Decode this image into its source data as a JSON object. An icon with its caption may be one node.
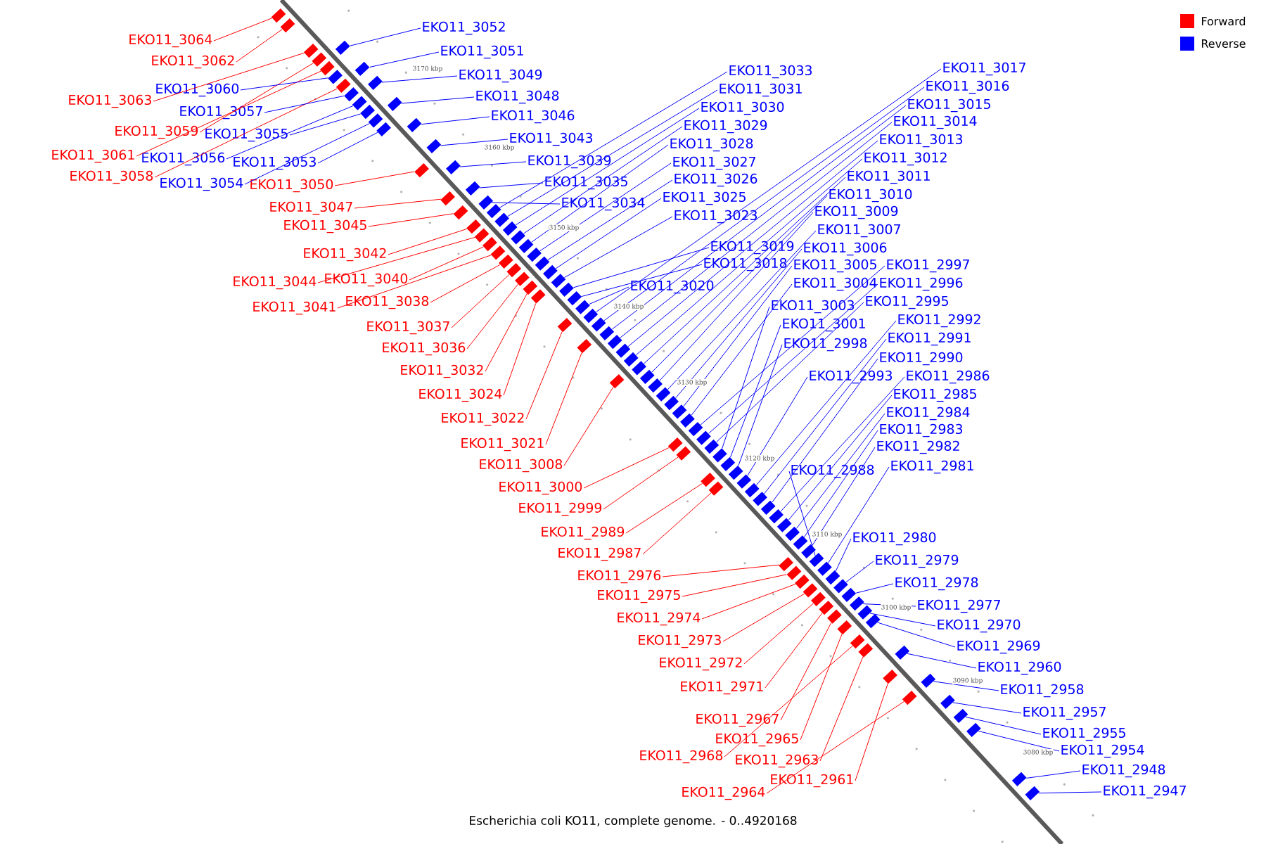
{
  "diagram": {
    "caption": "Escherichia coli KO11, complete genome. - 0..4920168",
    "nodes": [
      {
        "text": [
          "EKO11_3064"
        ]
      },
      {
        "text": [
          "EKO11_3062"
        ]
      },
      {
        "text": [
          "EKO11_3063"
        ]
      },
      {
        "text": [
          "EKO11_3059"
        ]
      },
      {
        "text": [
          "EKO11_3061"
        ]
      },
      {
        "text": [
          "EKO11_3058"
        ]
      },
      {
        "text": [
          "EKO11_3050"
        ]
      },
      {
        "text": [
          "EKO11_3047"
        ]
      },
      {
        "text": [
          "EKO11_3045"
        ]
      },
      {
        "text": [
          "EKO11_3042"
        ]
      },
      {
        "text": [
          "EKO11_3044"
        ]
      },
      {
        "text": [
          "EKO11_3040"
        ]
      },
      {
        "text": [
          "EKO11_3041"
        ]
      },
      {
        "text": [
          "EKO11_3038"
        ]
      },
      {
        "text": [
          "EKO11_3037"
        ]
      },
      {
        "text": [
          "EKO11_3036"
        ]
      },
      {
        "text": [
          "EKO11_3032"
        ]
      },
      {
        "text": [
          "EKO11_3024"
        ]
      },
      {
        "text": [
          "EKO11_3022"
        ]
      },
      {
        "text": [
          "EKO11_3021"
        ]
      },
      {
        "text": [
          "EKO11_3008"
        ]
      },
      {
        "text": [
          "EKO11_3000"
        ]
      },
      {
        "text": [
          "EKO11_2999"
        ]
      },
      {
        "text": [
          "EKO11_2989"
        ]
      },
      {
        "text": [
          "EKO11_2987"
        ]
      },
      {
        "text": [
          "EKO11_2976"
        ]
      },
      {
        "text": [
          "EKO11_2975"
        ]
      },
      {
        "text": [
          "EKO11_2974"
        ]
      },
      {
        "text": [
          "EKO11_2973"
        ]
      },
      {
        "text": [
          "EKO11_2972"
        ]
      },
      {
        "text": [
          "EKO11_2971"
        ]
      },
      {
        "text": [
          "EKO11_2967"
        ]
      },
      {
        "text": [
          "EKO11_2965"
        ]
      },
      {
        "text": [
          "EKO11_2968"
        ]
      },
      {
        "text": [
          "EKO11_2963"
        ]
      },
      {
        "text": [
          "EKO11_2961"
        ]
      },
      {
        "text": [
          "EKO11_2964"
        ]
      },
      {
        "text": [
          "EKO11_3060"
        ]
      },
      {
        "text": [
          "EKO11_3057"
        ]
      },
      {
        "text": [
          "EKO11_3055"
        ]
      },
      {
        "text": [
          "EKO11_3056"
        ]
      },
      {
        "text": [
          "EKO11_3053"
        ]
      },
      {
        "text": [
          "EKO11_3054"
        ]
      },
      {
        "text": [
          "EKO11_3052"
        ]
      },
      {
        "text": [
          "EKO11_3051"
        ]
      },
      {
        "text": [
          "EKO11_3049"
        ]
      },
      {
        "text": [
          "EKO11_3048"
        ]
      },
      {
        "text": [
          "EKO11_3046"
        ]
      },
      {
        "text": [
          "EKO11_3043"
        ]
      },
      {
        "text": [
          "EKO11_3039"
        ]
      },
      {
        "text": [
          "EKO11_3035"
        ]
      },
      {
        "text": [
          "EKO11_3034"
        ]
      },
      {
        "text": [
          "EKO11_3033"
        ]
      },
      {
        "text": [
          "EKO11_3031"
        ]
      },
      {
        "text": [
          "EKO11_3030"
        ]
      },
      {
        "text": [
          "EKO11_3029"
        ]
      },
      {
        "text": [
          "EKO11_3028"
        ]
      },
      {
        "text": [
          "EKO11_3027"
        ]
      },
      {
        "text": [
          "EKO11_3026"
        ]
      },
      {
        "text": [
          "EKO11_3025"
        ]
      },
      {
        "text": [
          "EKO11_3023"
        ]
      },
      {
        "text": [
          "EKO11_3019"
        ]
      },
      {
        "text": [
          "EKO11_3018"
        ]
      },
      {
        "text": [
          "EKO11_3020"
        ]
      },
      {
        "text": [
          "EKO11_3017"
        ]
      },
      {
        "text": [
          "EKO11_3016"
        ]
      },
      {
        "text": [
          "EKO11_3015"
        ]
      },
      {
        "text": [
          "EKO11_3014"
        ]
      },
      {
        "text": [
          "EKO11_3013"
        ]
      },
      {
        "text": [
          "EKO11_3012"
        ]
      },
      {
        "text": [
          "EKO11_3011"
        ]
      },
      {
        "text": [
          "EKO11_3010"
        ]
      },
      {
        "text": [
          "EKO11_3009"
        ]
      },
      {
        "text": [
          "EKO11_3007"
        ]
      },
      {
        "text": [
          "EKO11_3006"
        ]
      },
      {
        "text": [
          "EKO11_3005"
        ]
      },
      {
        "text": [
          "EKO11_3004"
        ]
      },
      {
        "text": [
          "EKO11_3003"
        ]
      },
      {
        "text": [
          "EKO11_3001"
        ]
      },
      {
        "text": [
          "EKO11_2998"
        ]
      },
      {
        "text": [
          "EKO11_2993"
        ]
      },
      {
        "text": [
          "EKO11_2997"
        ]
      },
      {
        "text": [
          "EKO11_2996"
        ]
      },
      {
        "text": [
          "EKO11_2995"
        ]
      },
      {
        "text": [
          "EKO11_2992"
        ]
      },
      {
        "text": [
          "EKO11_2991"
        ]
      },
      {
        "text": [
          "EKO11_2990"
        ]
      },
      {
        "text": [
          "EKO11_2986"
        ]
      },
      {
        "text": [
          "EKO11_2985"
        ]
      },
      {
        "text": [
          "EKO11_2984"
        ]
      },
      {
        "text": [
          "EKO11_2983"
        ]
      },
      {
        "text": [
          "EKO11_2982"
        ]
      },
      {
        "text": [
          "EKO11_2988"
        ]
      },
      {
        "text": [
          "EKO11_2981"
        ]
      },
      {
        "text": [
          "EKO11_2980"
        ]
      },
      {
        "text": [
          "EKO11_2979"
        ]
      },
      {
        "text": [
          "EKO11_2978"
        ]
      },
      {
        "text": [
          "EKO11_2977"
        ]
      },
      {
        "text": [
          "EKO11_2970"
        ]
      },
      {
        "text": [
          "EKO11_2969"
        ]
      },
      {
        "text": [
          "EKO11_2960"
        ]
      },
      {
        "text": [
          "EKO11_2958"
        ]
      },
      {
        "text": [
          "EKO11_2957"
        ]
      },
      {
        "text": [
          "EKO11_2955"
        ]
      },
      {
        "text": [
          "EKO11_2954"
        ]
      },
      {
        "text": [
          "EKO11_2948"
        ]
      },
      {
        "text": [
          "EKO11_2947"
        ]
      },
      {
        "text": [],
        "shape": "box"
      },
      {
        "text": [],
        "shape": "box"
      },
      {
        "text": [],
        "shape": "box"
      },
      {
        "text": [],
        "shape": "box"
      },
      {
        "text": [],
        "shape": "box"
      },
      {
        "text": [],
        "shape": "box"
      },
      {
        "text": [],
        "shape": "box"
      },
      {
        "text": [],
        "shape": "box"
      },
      {
        "text": [],
        "shape": "box"
      },
      {
        "text": [],
        "shape": "box"
      },
      {
        "text": [],
        "shape": "box"
      },
      {
        "text": [],
        "shape": "box"
      },
      {
        "text": [],
        "shape": "box"
      },
      {
        "text": [],
        "shape": "box"
      },
      {
        "text": [],
        "shape": "box"
      },
      {
        "text": [],
        "shape": "box"
      },
      {
        "text": [],
        "shape": "box"
      },
      {
        "text": [],
        "shape": "box"
      },
      {
        "text": [],
        "shape": "box"
      },
      {
        "text": [],
        "shape": "box"
      },
      {
        "text": [],
        "shape": "box"
      },
      {
        "text": [],
        "shape": "box"
      },
      {
        "text": [],
        "shape": "box"
      },
      {
        "text": [],
        "shape": "box"
      },
      {
        "text": [],
        "shape": "box"
      },
      {
        "text": [],
        "shape": "box"
      },
      {
        "text": [],
        "shape": "box"
      },
      {
        "text": [],
        "shape": "box"
      },
      {
        "text": [],
        "shape": "box"
      },
      {
        "text": [],
        "shape": "box"
      },
      {
        "text": [],
        "shape": "box"
      },
      {
        "text": [],
        "shape": "box"
      },
      {
        "text": [],
        "shape": "box"
      },
      {
        "text": [],
        "shape": "box"
      },
      {
        "text": [],
        "shape": "box"
      },
      {
        "text": [],
        "shape": "box"
      },
      {
        "text": [],
        "shape": "box"
      },
      {
        "text": [],
        "shape": "box"
      },
      {
        "text": [],
        "shape": "box"
      },
      {
        "text": [],
        "shape": "box"
      },
      {
        "text": [],
        "shape": "box"
      },
      {
        "text": [],
        "shape": "box"
      },
      {
        "text": [],
        "shape": "box"
      },
      {
        "text": [],
        "shape": "box"
      },
      {
        "text": [],
        "shape": "box"
      },
      {
        "text": [],
        "shape": "box"
      },
      {
        "text": [],
        "shape": "box"
      },
      {
        "text": [],
        "shape": "box"
      },
      {
        "text": [],
        "shape": "box"
      },
      {
        "text": [],
        "shape": "box"
      },
      {
        "text": [],
        "shape": "box"
      },
      {
        "text": [],
        "shape": "box"
      },
      {
        "text": [],
        "shape": "box"
      },
      {
        "text": [],
        "shape": "box"
      },
      {
        "text": [],
        "shape": "box"
      },
      {
        "text": [],
        "shape": "box"
      },
      {
        "text": [],
        "shape": "box"
      },
      {
        "text": [],
        "shape": "box"
      },
      {
        "text": [],
        "shape": "box"
      },
      {
        "text": [],
        "shape": "box"
      },
      {
        "text": [],
        "shape": "box"
      },
      {
        "text": [],
        "shape": "box"
      },
      {
        "text": [],
        "shape": "box"
      },
      {
        "text": [],
        "shape": "box"
      },
      {
        "text": [],
        "shape": "box"
      },
      {
        "text": [],
        "shape": "box"
      },
      {
        "text": [],
        "shape": "box"
      },
      {
        "text": [],
        "shape": "box"
      },
      {
        "text": [],
        "shape": "box"
      },
      {
        "text": [],
        "shape": "box"
      },
      {
        "text": [],
        "shape": "box"
      },
      {
        "text": [],
        "shape": "box"
      },
      {
        "text": [],
        "shape": "box"
      },
      {
        "text": [],
        "shape": "box"
      },
      {
        "text": [],
        "shape": "box"
      },
      {
        "text": [],
        "shape": "box"
      },
      {
        "text": [],
        "shape": "box"
      },
      {
        "text": [],
        "shape": "box"
      },
      {
        "text": [],
        "shape": "box"
      },
      {
        "text": [],
        "shape": "box"
      },
      {
        "text": [],
        "shape": "box"
      },
      {
        "text": [],
        "shape": "box"
      },
      {
        "text": [],
        "shape": "box"
      },
      {
        "text": [],
        "shape": "box"
      },
      {
        "text": [],
        "shape": "box"
      },
      {
        "text": [],
        "shape": "box"
      },
      {
        "text": [],
        "shape": "box"
      },
      {
        "text": [],
        "shape": "box"
      },
      {
        "text": [],
        "shape": "box"
      },
      {
        "text": [],
        "shape": "box"
      },
      {
        "text": [],
        "shape": "box"
      },
      {
        "text": [],
        "shape": "box"
      },
      {
        "text": [],
        "shape": "box"
      },
      {
        "text": [],
        "shape": "box"
      },
      {
        "text": [],
        "shape": "box"
      },
      {
        "text": [],
        "shape": "box"
      },
      {
        "text": [],
        "shape": "box"
      },
      {
        "text": [],
        "shape": "box"
      },
      {
        "text": [],
        "shape": "box"
      },
      {
        "text": [],
        "shape": "box"
      },
      {
        "text": [],
        "shape": "box"
      },
      {
        "text": [],
        "shape": "box"
      },
      {
        "text": [],
        "shape": "box"
      },
      {
        "text": [],
        "shape": "box"
      },
      {
        "text": [],
        "shape": "box"
      },
      {
        "text": [],
        "shape": "box"
      },
      {
        "text": [],
        "shape": "box"
      }
    ],
    "edges": [
      {
        "from": 0,
        "to": 107,
        "arrow": "none",
        "color": "#ff0000"
      },
      {
        "from": 1,
        "to": 108,
        "arrow": "none",
        "color": "#ff0000"
      },
      {
        "from": 2,
        "to": 109,
        "arrow": "none",
        "color": "#ff0000"
      },
      {
        "from": 3,
        "to": 110,
        "arrow": "none",
        "color": "#ff0000"
      },
      {
        "from": 4,
        "to": 111,
        "arrow": "none",
        "color": "#ff0000"
      },
      {
        "from": 5,
        "to": 112,
        "arrow": "none",
        "color": "#ff0000"
      },
      {
        "from": 6,
        "to": 113,
        "arrow": "none",
        "color": "#ff0000"
      },
      {
        "from": 7,
        "to": 114,
        "arrow": "none",
        "color": "#ff0000"
      },
      {
        "from": 8,
        "to": 115,
        "arrow": "none",
        "color": "#ff0000"
      },
      {
        "from": 9,
        "to": 116,
        "arrow": "none",
        "color": "#ff0000"
      },
      {
        "from": 10,
        "to": 117,
        "arrow": "none",
        "color": "#ff0000"
      },
      {
        "from": 11,
        "to": 118,
        "arrow": "none",
        "color": "#ff0000"
      },
      {
        "from": 12,
        "to": 119,
        "arrow": "none",
        "color": "#ff0000"
      },
      {
        "from": 13,
        "to": 120,
        "arrow": "none",
        "color": "#ff0000"
      },
      {
        "from": 14,
        "to": 121,
        "arrow": "none",
        "color": "#ff0000"
      },
      {
        "from": 15,
        "to": 122,
        "arrow": "none",
        "color": "#ff0000"
      },
      {
        "from": 16,
        "to": 123,
        "arrow": "none",
        "color": "#ff0000"
      },
      {
        "from": 17,
        "to": 124,
        "arrow": "none",
        "color": "#ff0000"
      },
      {
        "from": 18,
        "to": 125,
        "arrow": "none",
        "color": "#ff0000"
      },
      {
        "from": 19,
        "to": 126,
        "arrow": "none",
        "color": "#ff0000"
      },
      {
        "from": 20,
        "to": 127,
        "arrow": "none",
        "color": "#ff0000"
      },
      {
        "from": 21,
        "to": 128,
        "arrow": "none",
        "color": "#ff0000"
      },
      {
        "from": 22,
        "to": 129,
        "arrow": "none",
        "color": "#ff0000"
      },
      {
        "from": 23,
        "to": 130,
        "arrow": "none",
        "color": "#ff0000"
      },
      {
        "from": 24,
        "to": 131,
        "arrow": "none",
        "color": "#ff0000"
      },
      {
        "from": 25,
        "to": 132,
        "arrow": "none",
        "color": "#ff0000"
      },
      {
        "from": 26,
        "to": 133,
        "arrow": "none",
        "color": "#ff0000"
      },
      {
        "from": 27,
        "to": 134,
        "arrow": "none",
        "color": "#ff0000"
      },
      {
        "from": 28,
        "to": 135,
        "arrow": "none",
        "color": "#ff0000"
      },
      {
        "from": 29,
        "to": 136,
        "arrow": "none",
        "color": "#ff0000"
      },
      {
        "from": 30,
        "to": 137,
        "arrow": "none",
        "color": "#ff0000"
      },
      {
        "from": 31,
        "to": 138,
        "arrow": "none",
        "color": "#ff0000"
      },
      {
        "from": 32,
        "to": 139,
        "arrow": "none",
        "color": "#ff0000"
      },
      {
        "from": 33,
        "to": 140,
        "arrow": "none",
        "color": "#ff0000"
      },
      {
        "from": 34,
        "to": 141,
        "arrow": "none",
        "color": "#ff0000"
      },
      {
        "from": 35,
        "to": 142,
        "arrow": "none",
        "color": "#ff0000"
      },
      {
        "from": 36,
        "to": 143,
        "arrow": "none",
        "color": "#ff0000"
      },
      {
        "from": 37,
        "to": 144,
        "arrow": "none"
      },
      {
        "from": 38,
        "to": 145,
        "arrow": "none"
      },
      {
        "from": 39,
        "to": 146,
        "arrow": "none"
      },
      {
        "from": 40,
        "to": 147,
        "arrow": "none"
      },
      {
        "from": 41,
        "to": 148,
        "arrow": "none"
      },
      {
        "from": 42,
        "to": 149,
        "arrow": "none"
      },
      {
        "from": 43,
        "to": 150,
        "arrow": "none"
      },
      {
        "from": 44,
        "to": 151,
        "arrow": "none"
      },
      {
        "from": 45,
        "to": 152,
        "arrow": "none"
      },
      {
        "from": 46,
        "to": 153,
        "arrow": "none"
      },
      {
        "from": 47,
        "to": 154,
        "arrow": "none"
      },
      {
        "from": 48,
        "to": 155,
        "arrow": "none"
      },
      {
        "from": 49,
        "to": 156,
        "arrow": "none"
      },
      {
        "from": 50,
        "to": 157,
        "arrow": "none"
      },
      {
        "from": 51,
        "to": 158,
        "arrow": "none"
      },
      {
        "from": 52,
        "to": 159,
        "arrow": "none"
      },
      {
        "from": 53,
        "to": 160,
        "arrow": "none"
      },
      {
        "from": 54,
        "to": 161,
        "arrow": "none"
      },
      {
        "from": 55,
        "to": 162,
        "arrow": "none"
      },
      {
        "from": 56,
        "to": 163,
        "arrow": "none"
      },
      {
        "from": 57,
        "to": 164,
        "arrow": "none"
      },
      {
        "from": 58,
        "to": 165,
        "arrow": "none"
      },
      {
        "from": 59,
        "to": 166,
        "arrow": "none"
      },
      {
        "from": 60,
        "to": 167,
        "arrow": "none"
      },
      {
        "from": 61,
        "to": 168,
        "arrow": "none"
      },
      {
        "from": 62,
        "to": 169,
        "arrow": "none"
      },
      {
        "from": 63,
        "to": 170,
        "arrow": "none"
      },
      {
        "from": 64,
        "to": 171,
        "arrow": "none"
      },
      {
        "from": 65,
        "to": 172,
        "arrow": "none"
      },
      {
        "from": 66,
        "to": 173,
        "arrow": "none"
      },
      {
        "from": 67,
        "to": 174,
        "arrow": "none"
      },
      {
        "from": 68,
        "to": 175,
        "arrow": "none"
      },
      {
        "from": 69,
        "to": 176,
        "arrow": "none"
      },
      {
        "from": 70,
        "to": 177,
        "arrow": "none"
      },
      {
        "from": 71,
        "to": 178,
        "arrow": "none"
      },
      {
        "from": 72,
        "to": 179,
        "arrow": "none"
      },
      {
        "from": 73,
        "to": 180,
        "arrow": "none"
      },
      {
        "from": 74,
        "to": 181,
        "arrow": "none"
      },
      {
        "from": 75,
        "to": 182,
        "arrow": "none"
      },
      {
        "from": 76,
        "to": 183,
        "arrow": "none"
      },
      {
        "from": 77,
        "to": 184,
        "arrow": "none"
      },
      {
        "from": 78,
        "to": 185,
        "arrow": "none"
      },
      {
        "from": 79,
        "to": 186,
        "arrow": "none"
      },
      {
        "from": 80,
        "to": 187,
        "arrow": "none"
      },
      {
        "from": 81,
        "to": 188,
        "arrow": "none"
      },
      {
        "from": 82,
        "to": 189,
        "arrow": "none"
      },
      {
        "from": 83,
        "to": 190,
        "arrow": "none"
      },
      {
        "from": 84,
        "to": 191,
        "arrow": "none"
      },
      {
        "from": 85,
        "to": 192,
        "arrow": "none"
      },
      {
        "from": 86,
        "to": 193,
        "arrow": "none"
      },
      {
        "from": 87,
        "to": 194,
        "arrow": "none"
      },
      {
        "from": 88,
        "to": 195,
        "arrow": "none"
      },
      {
        "from": 89,
        "to": 196,
        "arrow": "none"
      },
      {
        "from": 90,
        "to": 197,
        "arrow": "none"
      },
      {
        "from": 91,
        "to": 198,
        "arrow": "none"
      },
      {
        "from": 92,
        "to": 199,
        "arrow": "none"
      },
      {
        "from": 93,
        "to": 200,
        "arrow": "none"
      },
      {
        "from": 94,
        "to": 201,
        "arrow": "none"
      },
      {
        "from": 95,
        "to": 202,
        "arrow": "none"
      },
      {
        "from": 96,
        "to": 203,
        "arrow": "none"
      },
      {
        "from": 97,
        "to": 204,
        "arrow": "none"
      },
      {
        "from": 98,
        "to": 205,
        "arrow": "none"
      },
      {
        "from": 99,
        "to": 206,
        "arrow": "none"
      },
      {
        "from": 100,
        "to": 207,
        "arrow": "none"
      },
      {
        "from": 101,
        "to": 208,
        "arrow": "none"
      },
      {
        "from": 102,
        "to": 209,
        "arrow": "none"
      },
      {
        "from": 103,
        "to": 210,
        "arrow": "none"
      },
      {
        "from": 104,
        "to": 211,
        "arrow": "none"
      },
      {
        "from": 105,
        "to": 212,
        "arrow": "none"
      },
      {
        "from": 106,
        "to": 213,
        "arrow": "none"
      }
    ],
    "labels": [
      "3170 kbp",
      "3160 kbp",
      "3150 kbp",
      "3140 kbp",
      "3130 kbp",
      "3120 kbp",
      "3110 kbp",
      "3100 kbp",
      "3090 kbp",
      "3080 kbp"
    ],
    "legend": [
      {
        "text": "Forward",
        "color": "#ff0000"
      },
      {
        "text": "Reverse",
        "color": "#0000ff"
      }
    ]
  }
}
